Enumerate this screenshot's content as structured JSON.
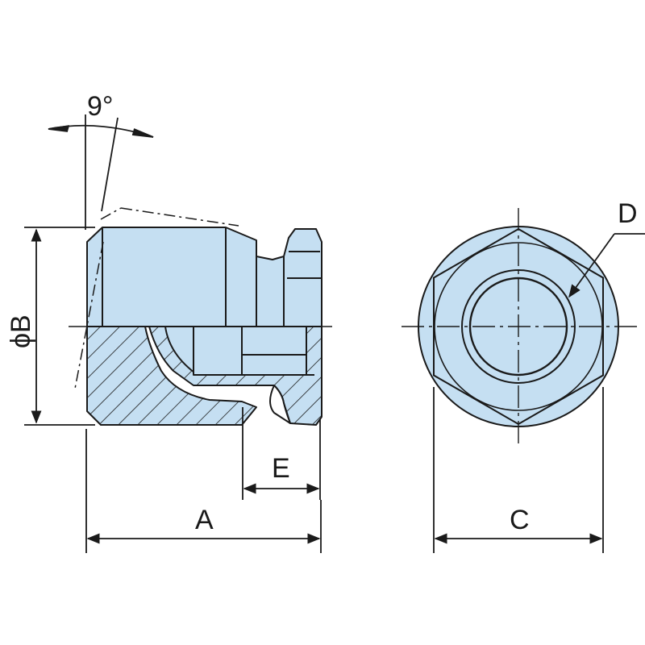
{
  "colors": {
    "fill": "#c5dff2",
    "line": "#1a1a1a",
    "background": "#ffffff"
  },
  "labels": {
    "angle": "9°",
    "phi_b": "ϕB",
    "a": "A",
    "c": "C",
    "d": "D",
    "e": "E"
  }
}
